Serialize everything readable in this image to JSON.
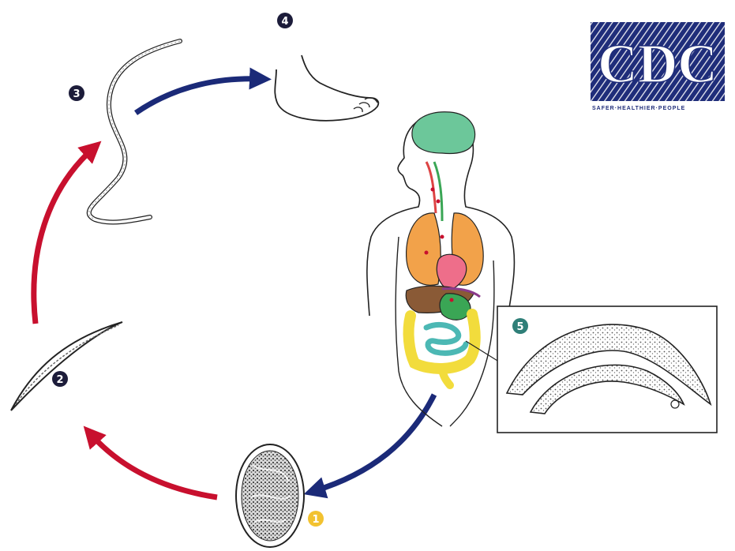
{
  "logo": {
    "wordmark": "CDC",
    "tagline": "SAFER·HEALTHIER·PEOPLE",
    "colors": {
      "navy": "#1f2d7a",
      "white": "#ffffff"
    }
  },
  "stages": [
    {
      "number": "1",
      "badge_color": "#f2c230",
      "depicts": "egg"
    },
    {
      "number": "2",
      "badge_color": "#1c1c3a",
      "depicts": "rhabditiform-larva"
    },
    {
      "number": "3",
      "badge_color": "#1c1c3a",
      "depicts": "filariform-larva"
    },
    {
      "number": "4",
      "badge_color": "#1c1c3a",
      "depicts": "foot-skin-penetration"
    },
    {
      "number": "5",
      "badge_color": "#2f7f78",
      "depicts": "adult-worms"
    }
  ],
  "colors": {
    "environment_arrow": "#c8102e",
    "host_arrow": "#1b2a78",
    "brain": "#6cc79a",
    "lungs": "#f2a24a",
    "heart": "#ee6e8a",
    "liver": "#8a5a36",
    "stomach": "#3aa655",
    "large_intestine": "#f2dc3c",
    "small_intestine": "#4cb8b4",
    "gallbladder": "#8b3a8b"
  }
}
